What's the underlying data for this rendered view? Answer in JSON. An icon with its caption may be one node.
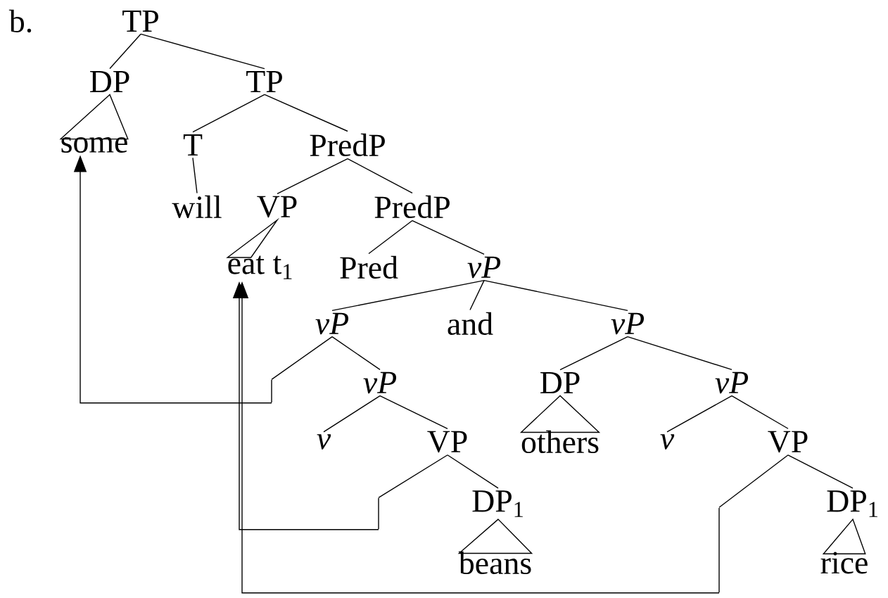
{
  "diagram": {
    "nodes": [
      {
        "text": [
          "TP"
        ]
      },
      {
        "text": [
          "DP"
        ]
      },
      {
        "text": [
          "TP"
        ]
      },
      {
        "text": [
          "some"
        ]
      },
      {
        "text": [
          "T"
        ]
      },
      {
        "text": [
          "PredP"
        ]
      },
      {
        "text": [
          "will"
        ]
      },
      {
        "text": [
          "VP"
        ]
      },
      {
        "text": [
          "PredP"
        ]
      },
      {
        "text": [
          "eat t$_{1}$"
        ]
      },
      {
        "text": [
          "Pred"
        ]
      },
      {
        "text": [
          "vP"
        ]
      },
      {
        "text": [
          "vP"
        ]
      },
      {
        "text": [
          "and"
        ]
      },
      {
        "text": [
          "vP"
        ]
      },
      {
        "text": [],
        "shape": "line"
      },
      {
        "text": [
          "vP"
        ]
      },
      {
        "text": [
          "DP"
        ]
      },
      {
        "text": [
          "vP"
        ]
      },
      {
        "text": [
          "v"
        ]
      },
      {
        "text": [
          "VP"
        ]
      },
      {
        "text": [
          "others"
        ]
      },
      {
        "text": [
          "v"
        ]
      },
      {
        "text": [
          "VP"
        ]
      },
      {
        "text": [],
        "shape": "line"
      },
      {
        "text": [
          "DP$_{1}$"
        ]
      },
      {
        "text": [],
        "shape": "line"
      },
      {
        "text": [
          "DP$_{1}$"
        ]
      },
      {
        "text": [
          "beans"
        ]
      },
      {
        "text": [
          "rice"
        ]
      }
    ],
    "edges": [
      {
        "from": 0,
        "to": 1,
        "arrow": "none"
      },
      {
        "from": 0,
        "to": 2,
        "arrow": "none"
      },
      {
        "from": 1,
        "to": 3,
        "arrow": "none"
      },
      {
        "from": 2,
        "to": 4,
        "arrow": "none"
      },
      {
        "from": 2,
        "to": 5,
        "arrow": "none"
      },
      {
        "from": 4,
        "to": 6,
        "arrow": "none"
      },
      {
        "from": 5,
        "to": 7,
        "arrow": "none"
      },
      {
        "from": 5,
        "to": 8,
        "arrow": "none"
      },
      {
        "from": 7,
        "to": 9,
        "arrow": "none"
      },
      {
        "from": 8,
        "to": 10,
        "arrow": "none"
      },
      {
        "from": 8,
        "to": 11,
        "arrow": "none"
      },
      {
        "from": 11,
        "to": 12,
        "arrow": "none"
      },
      {
        "from": 11,
        "to": 13,
        "arrow": "none"
      },
      {
        "from": 11,
        "to": 14,
        "arrow": "none"
      },
      {
        "from": 12,
        "to": 15,
        "arrow": "none"
      },
      {
        "from": 12,
        "to": 16,
        "arrow": "none"
      },
      {
        "from": 14,
        "to": 17,
        "arrow": "none"
      },
      {
        "from": 14,
        "to": 18,
        "arrow": "none"
      },
      {
        "from": 16,
        "to": 19,
        "arrow": "none"
      },
      {
        "from": 16,
        "to": 20,
        "arrow": "none"
      },
      {
        "from": 17,
        "to": 21,
        "arrow": "none"
      },
      {
        "from": 18,
        "to": 22,
        "arrow": "none"
      },
      {
        "from": 18,
        "to": 23,
        "arrow": "none"
      },
      {
        "from": 20,
        "to": 24,
        "arrow": "none"
      },
      {
        "from": 20,
        "to": 25,
        "arrow": "none"
      },
      {
        "from": 23,
        "to": 26,
        "arrow": "none"
      },
      {
        "from": 23,
        "to": 27,
        "arrow": "none"
      },
      {
        "from": 25,
        "to": 28,
        "arrow": "none"
      },
      {
        "from": 27,
        "to": 29,
        "arrow": "none"
      },
      {
        "from": 15,
        "to": 3,
        "arrow": "to"
      },
      {
        "from": 24,
        "to": 9,
        "arrow": "to"
      },
      {
        "from": 26,
        "to": 9,
        "arrow": "to"
      }
    ],
    "labels": [
      "b."
    ]
  }
}
